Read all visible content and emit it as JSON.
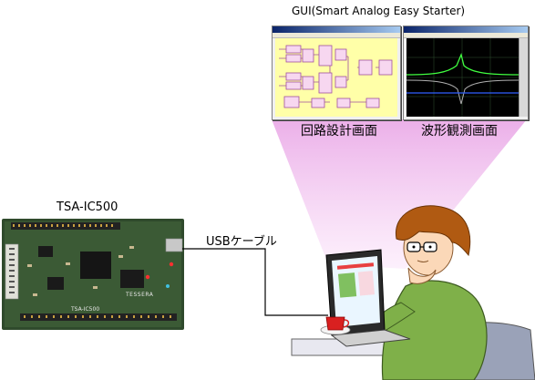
{
  "diagram": {
    "gui_title": "GUI(Smart Analog Easy Starter)",
    "circuit_screen_label": "回路設計画面",
    "waveform_screen_label": "波形観測画面",
    "board_label": "TSA-IC500",
    "cable_label": "USBケーブル",
    "board_silkscreen": {
      "brand": "TESSERA",
      "model": "TSA-IC500"
    }
  },
  "colors": {
    "projection": "#f3c8f0",
    "schematic_bg": "#ffffa8",
    "board_pcb": "#2f4a2c",
    "shirt": "#7fb049",
    "hair": "#b05a12"
  }
}
